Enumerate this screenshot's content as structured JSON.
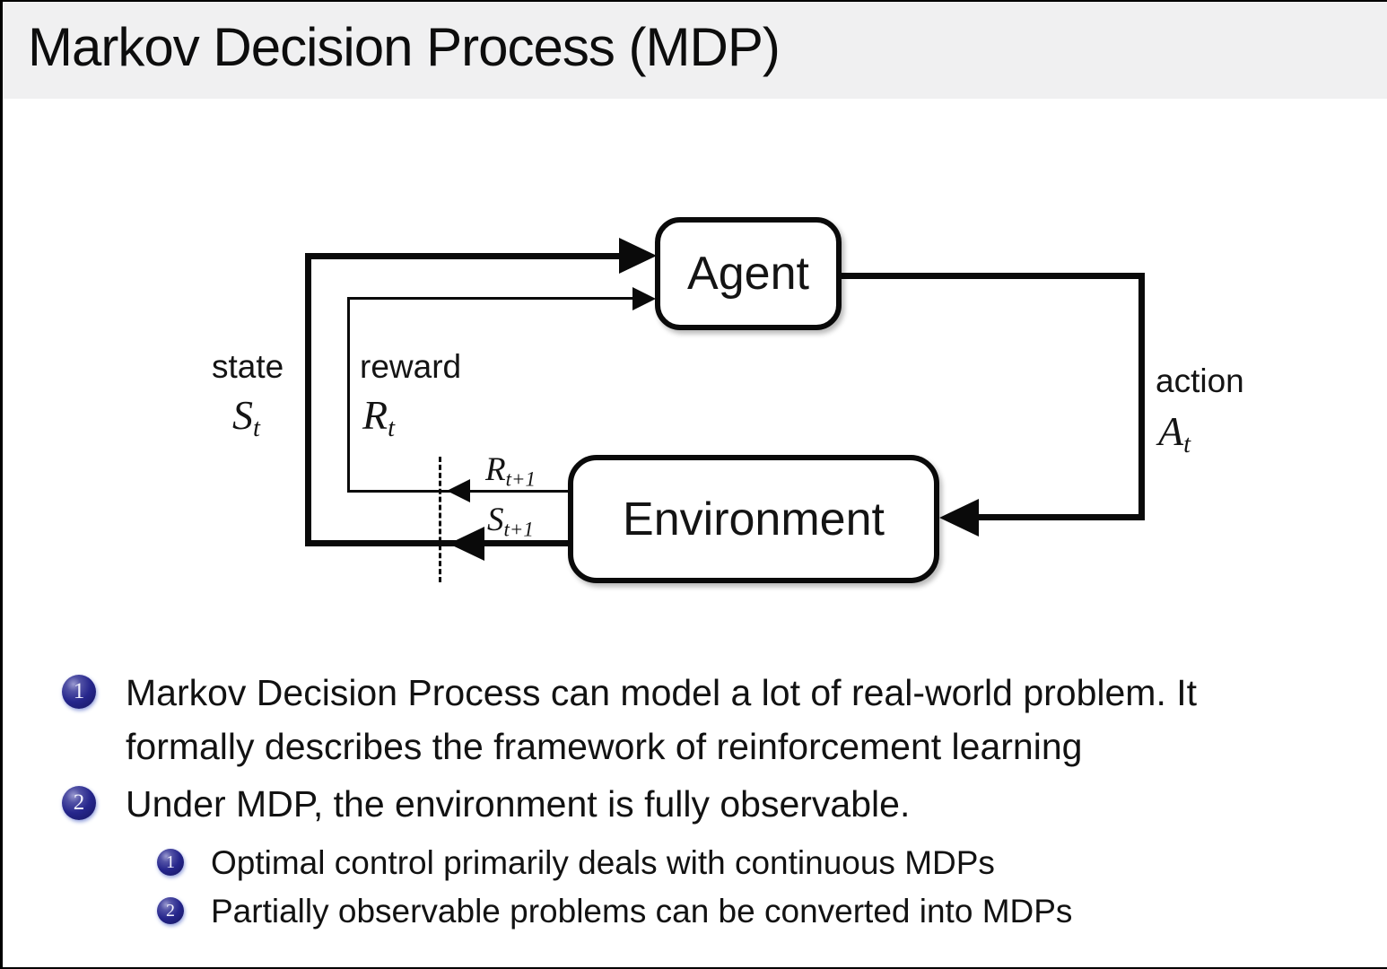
{
  "title": "Markov Decision Process (MDP)",
  "diagram": {
    "agent_label": "Agent",
    "environment_label": "Environment",
    "state": {
      "word": "state",
      "base": "S",
      "sub": "t"
    },
    "reward": {
      "word": "reward",
      "base": "R",
      "sub": "t"
    },
    "action": {
      "word": "action",
      "base": "A",
      "sub": "t"
    },
    "next_reward": {
      "base": "R",
      "sub": "t+1"
    },
    "next_state": {
      "base": "S",
      "sub": "t+1"
    }
  },
  "bullets": [
    {
      "num": "1",
      "lines": [
        "Markov Decision Process can model a lot of real-world problem. It",
        "formally describes the framework of reinforcement learning"
      ]
    },
    {
      "num": "2",
      "lines": [
        "Under MDP, the environment is fully observable."
      ],
      "sub": [
        {
          "num": "1",
          "text": "Optimal control primarily deals with continuous MDPs"
        },
        {
          "num": "2",
          "text": "Partially observable problems can be converted into MDPs"
        }
      ]
    }
  ],
  "colors": {
    "header_bg": "#f0f0f1",
    "ink": "#0a0a0a",
    "ball_dark": "#15155e",
    "ball_mid": "#26268c",
    "ball_highlight": "#9a9ad0"
  }
}
